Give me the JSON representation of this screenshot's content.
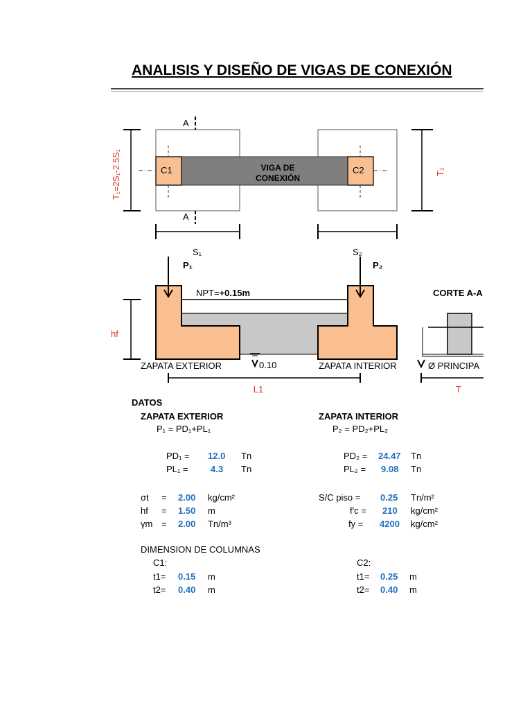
{
  "title": "ANALISIS Y DISEÑO DE VIGAS DE CONEXIÓN",
  "diagram": {
    "plan": {
      "section_mark_top": "A",
      "section_mark_bottom": "A",
      "column1": "C1",
      "column2": "C2",
      "beam_line1": "VIGA DE",
      "beam_line2": "CONEXIÓN",
      "side_left": "T₁=2S₁-2.5S₁",
      "side_right": "T₂",
      "dim_s1": "S₁",
      "dim_s2": "S₂"
    },
    "elevation": {
      "load1": "P₁",
      "load2": "P₂",
      "npt_prefix": "NPT=",
      "npt_value": "+0.15m",
      "hf": "hf",
      "level_value": "0.10",
      "footing_ext": "ZAPATA EXTERIOR",
      "footing_int": "ZAPATA INTERIOR",
      "dim_l1": "L1"
    },
    "section": {
      "title": "CORTE A-A",
      "label": "Ø PRINCIPA",
      "dim_t": "T"
    }
  },
  "datos": {
    "heading": "DATOS",
    "exterior": {
      "heading": "ZAPATA EXTERIOR",
      "formula": "P₁ =   PD₁+PL₁",
      "pd_label": "PD₁ =",
      "pd_value": "12.0",
      "pd_unit": "Tn",
      "pl_label": "PL₁ =",
      "pl_value": "4.3",
      "pl_unit": "Tn"
    },
    "interior": {
      "heading": "ZAPATA INTERIOR",
      "formula": "P₂  =  PD₂+PL₂",
      "pd_label": "PD₂ =",
      "pd_value": "24.47",
      "pd_unit": "Tn",
      "pl_label": "PL₂ =",
      "pl_value": "9.08",
      "pl_unit": "Tn"
    },
    "soil": [
      {
        "label": "σt",
        "eq": "=",
        "value": "2.00",
        "unit": "kg/cm²"
      },
      {
        "label": "hf",
        "eq": "=",
        "value": "1.50",
        "unit": "m"
      },
      {
        "label": "γm",
        "eq": "=",
        "value": "2.00",
        "unit": "Tn/m³"
      }
    ],
    "material": [
      {
        "label": "S/C piso  =",
        "value": "0.25",
        "unit": "Tn/m²"
      },
      {
        "label": "f'c  =",
        "value": "210",
        "unit": "kg/cm²"
      },
      {
        "label": "fy  =",
        "value": "4200",
        "unit": "kg/cm²"
      }
    ]
  },
  "columns": {
    "heading": "DIMENSION DE COLUMNAS",
    "c1": {
      "label": "C1:",
      "t1_label": "t1=",
      "t1_value": "0.15",
      "t1_unit": "m",
      "t2_label": "t2=",
      "t2_value": "0.40",
      "t2_unit": "m"
    },
    "c2": {
      "label": "C2:",
      "t1_label": "t1=",
      "t1_value": "0.25",
      "t1_unit": "m",
      "t2_label": "t2=",
      "t2_value": "0.40",
      "t2_unit": "m"
    }
  },
  "colors": {
    "column_fill": "#f9bf90",
    "beam_fill": "#7f7f7f",
    "beam_elev_fill": "#c8c8c8",
    "red_text": "#d9362b",
    "value_blue": "#1f6fc4"
  }
}
